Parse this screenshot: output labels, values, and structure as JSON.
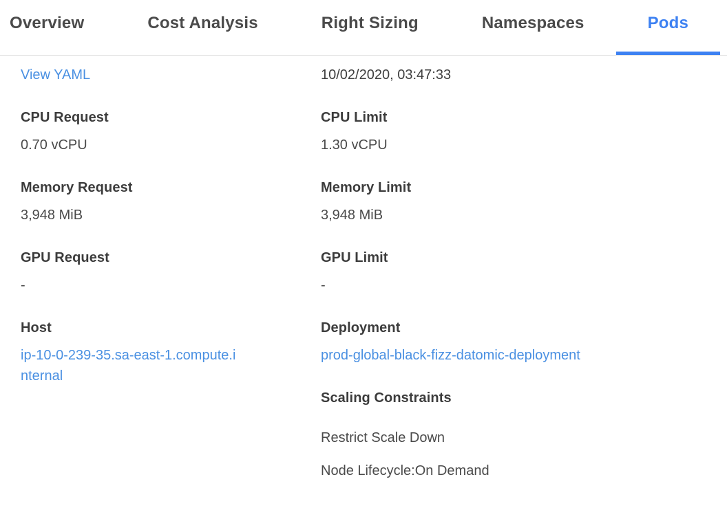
{
  "colors": {
    "accent": "#3d81f2",
    "link": "#4a90e2",
    "label_text": "#3c3c3c",
    "value_text": "#4a4a4a",
    "tab_border": "#e4e4e4"
  },
  "tabs": [
    {
      "label": "Overview",
      "active": false
    },
    {
      "label": "Cost Analysis",
      "active": false
    },
    {
      "label": "Right Sizing",
      "active": false
    },
    {
      "label": "Namespaces",
      "active": false
    },
    {
      "label": "Pods",
      "active": true
    }
  ],
  "header_row": {
    "view_yaml_label": "View YAML",
    "timestamp": "10/02/2020, 03:47:33"
  },
  "fields": {
    "left": [
      {
        "label": "CPU Request",
        "value": "0.70 vCPU"
      },
      {
        "label": "Memory Request",
        "value": "3,948 MiB"
      },
      {
        "label": "GPU Request",
        "value": "-"
      },
      {
        "label": "Host",
        "value": "ip-10-0-239-35.sa-east-1.compute.internal"
      }
    ],
    "right": [
      {
        "label": "CPU Limit",
        "value": "1.30 vCPU"
      },
      {
        "label": "Memory Limit",
        "value": "3,948 MiB"
      },
      {
        "label": "GPU Limit",
        "value": "-"
      },
      {
        "label": "Deployment",
        "value": "prod-global-black-fizz-datomic-deployment"
      }
    ]
  },
  "scaling_constraints": {
    "heading": "Scaling Constraints",
    "restrict_scale_down": "Restrict Scale Down",
    "node_lifecycle": "Node Lifecycle:On Demand"
  }
}
